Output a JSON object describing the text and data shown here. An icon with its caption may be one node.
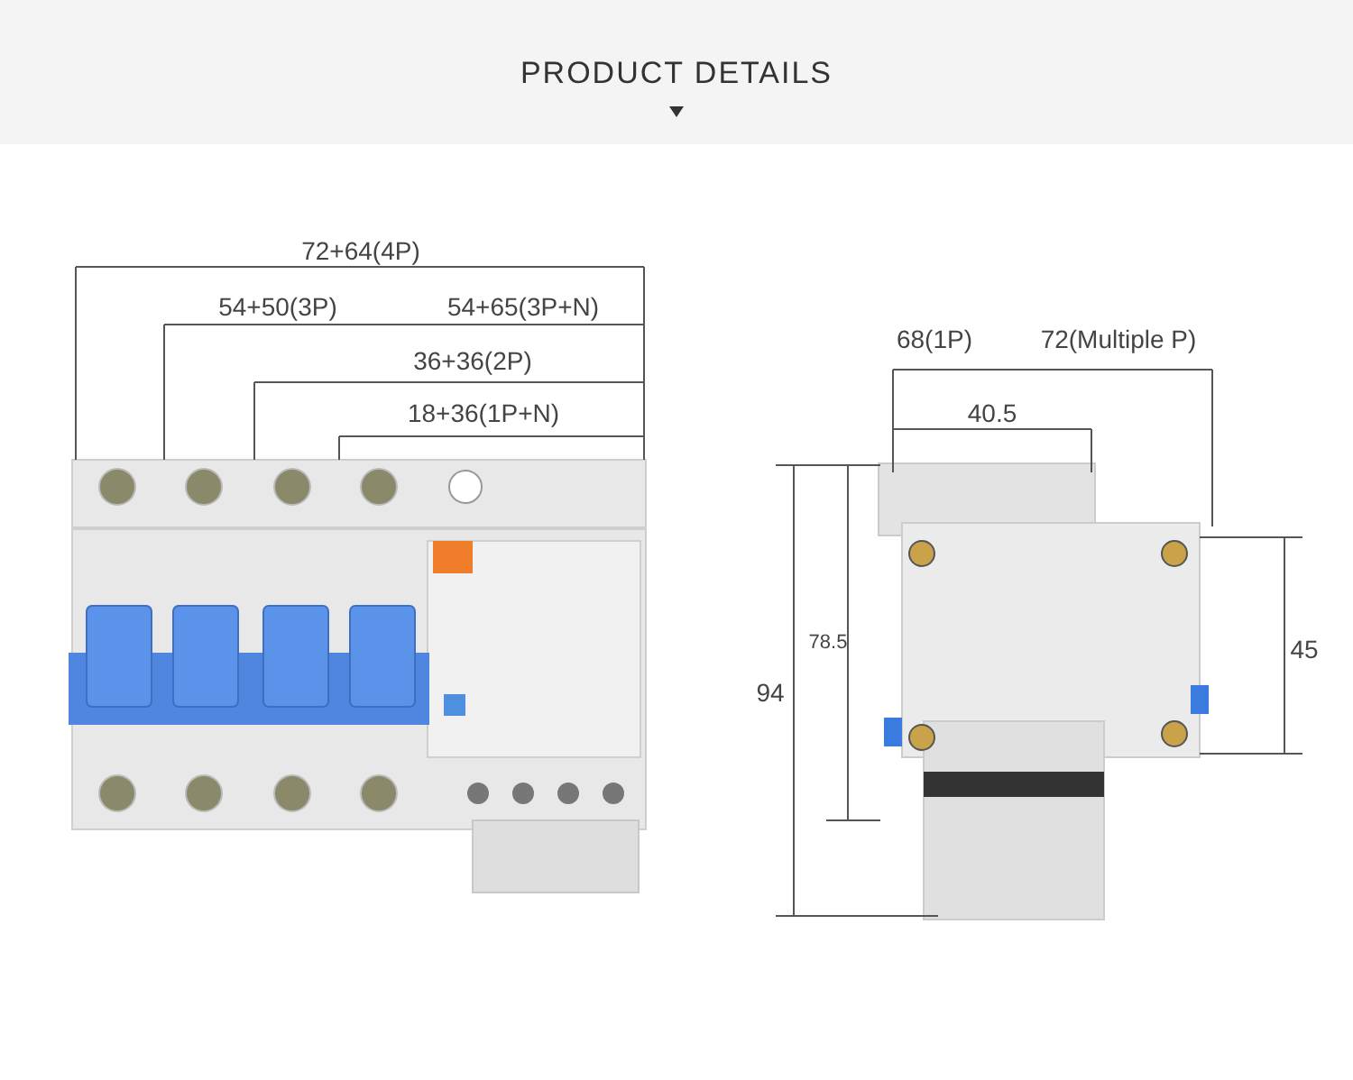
{
  "diagram": {
    "title": "PRODUCT DETAILS",
    "labels": [
      "72+64(4P)",
      "54+50(3P)",
      "54+65(3P+N)",
      "36+36(2P)",
      "18+36(1P+N)",
      "68(1P)",
      "72(Multiple P)",
      "40.5",
      "78.5",
      "94",
      "45"
    ]
  }
}
